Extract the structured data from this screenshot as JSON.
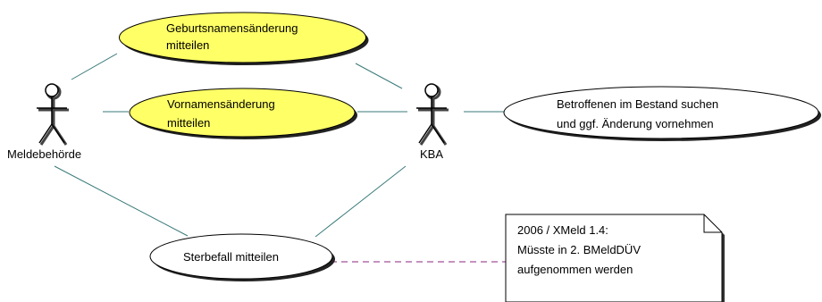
{
  "diagram": {
    "actors": [
      {
        "id": "meldebehoerde",
        "label": "Meldebehörde"
      },
      {
        "id": "kba",
        "label": "KBA"
      }
    ],
    "use_cases": [
      {
        "id": "geburtsname",
        "lines": [
          "Geburtsnamensänderung",
          "mitteilen"
        ],
        "highlighted": true
      },
      {
        "id": "vorname",
        "lines": [
          "Vornamensänderung",
          "mitteilen"
        ],
        "highlighted": true
      },
      {
        "id": "bestand",
        "lines": [
          "Betroffenen im Bestand suchen",
          "und ggf. Änderung vornehmen"
        ],
        "highlighted": false
      },
      {
        "id": "sterbefall",
        "lines": [
          "Sterbefall mitteilen"
        ],
        "highlighted": false
      }
    ],
    "note": {
      "lines": [
        "2006 / XMeld 1.4:",
        "Müsste in 2. BMeldDÜV",
        "aufgenommen werden"
      ]
    },
    "colors": {
      "highlight_fill": "#ffff66",
      "plain_fill": "#ffffff",
      "association_line": "#3a7a7a",
      "note_anchor_line": "#a0509a",
      "outline": "#000000"
    }
  }
}
